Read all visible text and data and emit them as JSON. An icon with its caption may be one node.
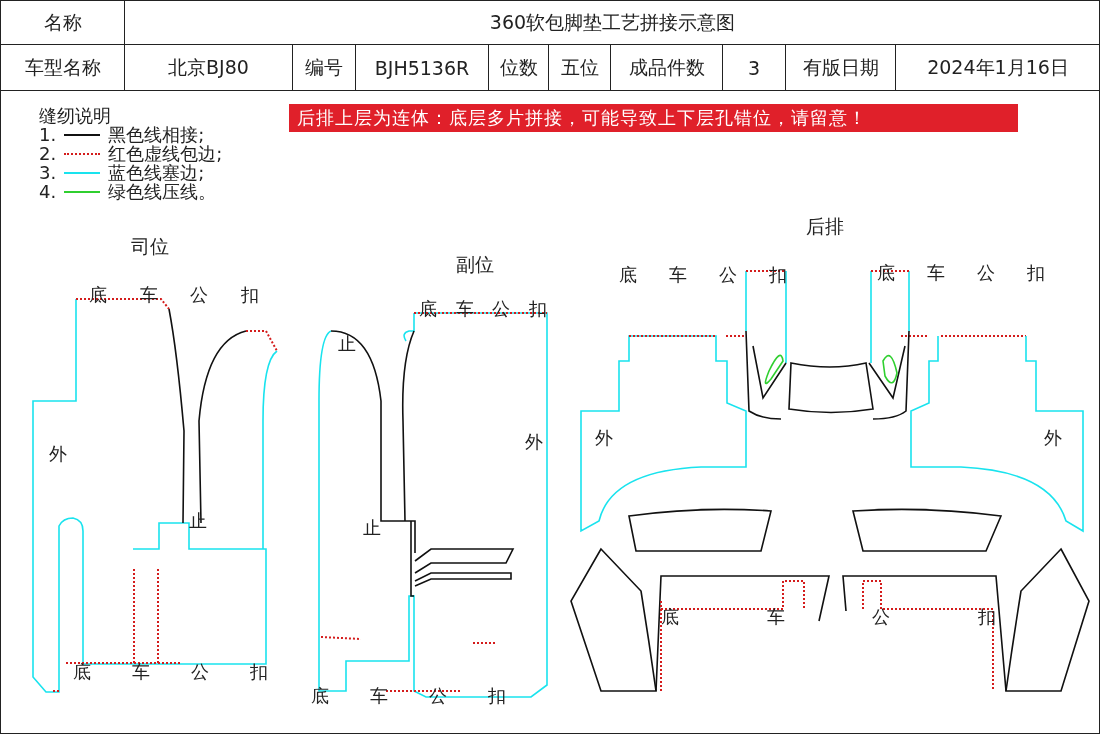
{
  "diagram": {
    "labels": [
      "名称",
      "360软包脚垫工艺拼接示意图",
      "车型名称",
      "北京BJ80",
      "编号",
      "BJH5136R",
      "位数",
      "五位",
      "成品件数",
      "3",
      "有版日期",
      "2024年1月16日",
      "缝纫说明",
      "后排上层为连体：底层多片拼接，可能导致上下层孔错位，请留意！",
      "司位",
      "副位",
      "后排",
      "底车公扣",
      "外",
      "止",
      "底车公扣",
      "底车公扣",
      "止",
      "外",
      "止",
      "底车公扣",
      "底车公扣",
      "底车公扣",
      "外",
      "外",
      "底车公扣"
    ],
    "legend": [
      {
        "text": "1. 黑色线相接;"
      },
      {
        "text": "2. 红色虚线包边;"
      },
      {
        "text": "3. 蓝色线塞边;"
      },
      {
        "text": "4. 绿色线压线。"
      }
    ]
  }
}
